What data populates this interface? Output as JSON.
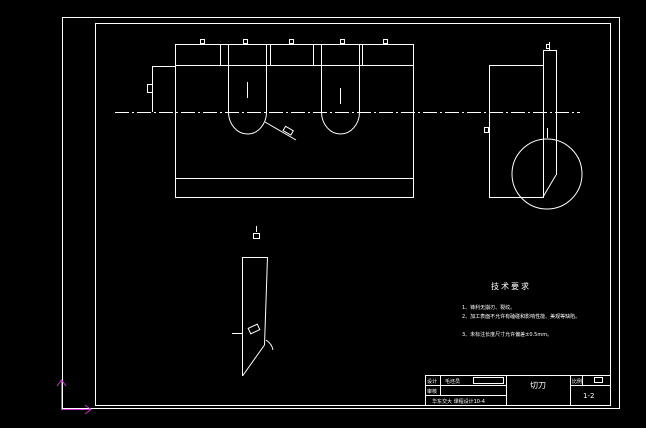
{
  "drawing": {
    "colors": {
      "background": "#000000",
      "line": "#ffffff",
      "center_line": "#ffffff",
      "ucs_icon": "#cc33cc"
    },
    "technical_requirements": {
      "title": "技术要求",
      "items": [
        "1、锋利无崩刃、裂纹。",
        "2、加工表面不允许有磕碰和影响性能、美观等缺陷。",
        "3、未标注长度尺寸允许偏差±0.5mm。"
      ]
    },
    "title_block": {
      "part_name": "切刀",
      "drawing_number": "1-2",
      "label_design": "设计",
      "label_check": "审核",
      "material_label": "毛坯员",
      "school_info": "华东交大 课程设计10-4",
      "sheet_label": "比例"
    }
  }
}
